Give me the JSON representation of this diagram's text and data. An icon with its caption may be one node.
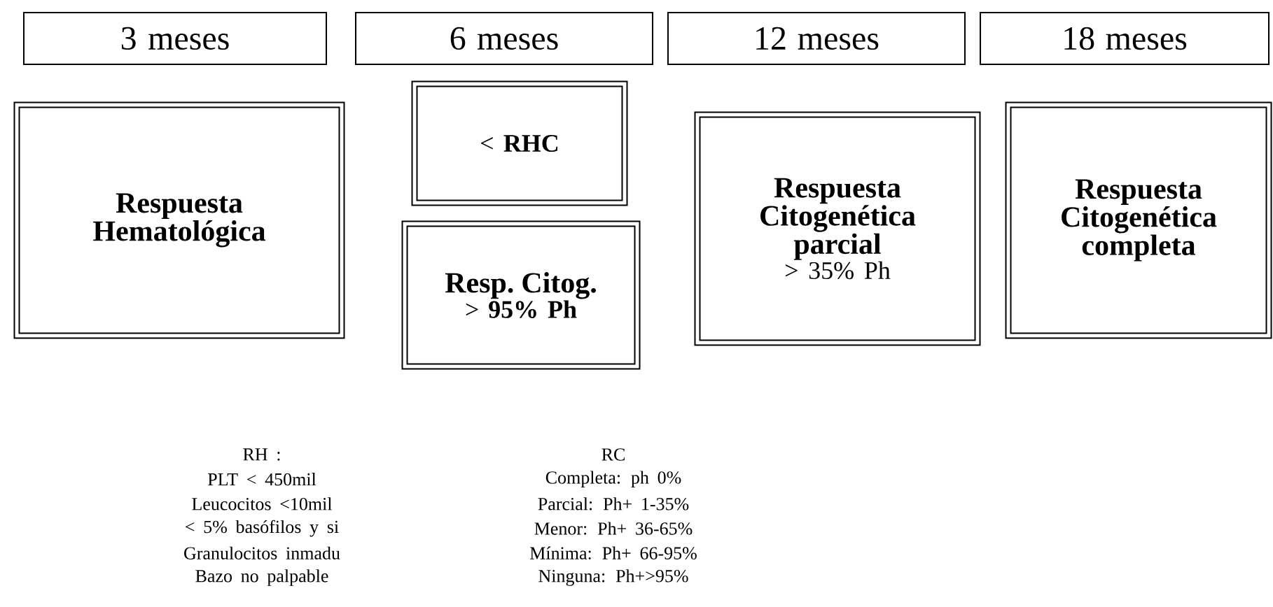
{
  "diagram": {
    "nodes": [
      {
        "text": [
          "3 meses"
        ]
      },
      {
        "text": [
          "6 meses"
        ]
      },
      {
        "text": [
          "12 meses"
        ]
      },
      {
        "text": [
          "18 meses"
        ]
      },
      {
        "text": [
          "Respuesta Hematológica"
        ]
      },
      {
        "text": [
          "< **RHC**"
        ]
      },
      {
        "text": [
          "Resp. Citog.",
          "> **95% Ph**"
        ]
      },
      {
        "text": [
          "Respuesta Citogenética parcial",
          "> 35% Ph"
        ]
      },
      {
        "text": [
          "Respuesta Citogenética completa"
        ]
      }
    ],
    "labels": [
      "RH :",
      "PLT < 450mil",
      "Leucocitos <10mil",
      "< 5% basófilos y si",
      "Granulocitos inmadu",
      "Bazo no palpable",
      "RC",
      "Completa: ph 0%",
      "Parcial: Ph+ 1-35%",
      "Menor: Ph+ 36-65%",
      "Mínima: Ph+ 66-95%",
      "Ninguna: Ph+>95%"
    ]
  }
}
